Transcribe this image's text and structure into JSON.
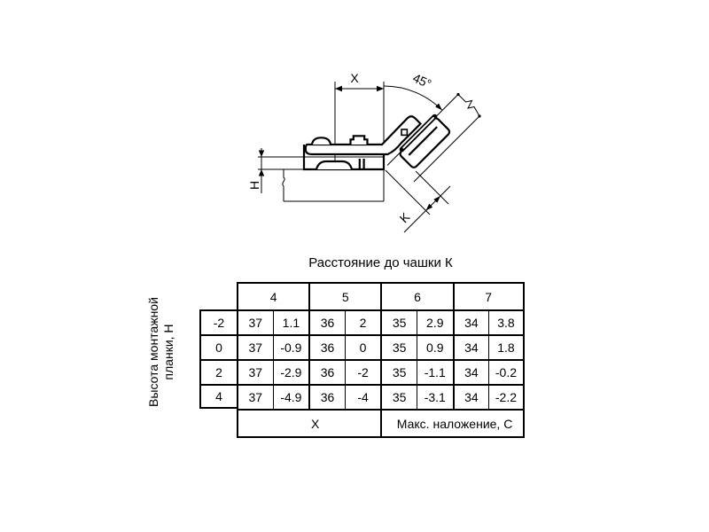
{
  "window": {
    "background": "#ffffff",
    "line_color": "#000000"
  },
  "drawing": {
    "labels": {
      "x_dim": "X",
      "angle": "45°",
      "h_dim": "Н",
      "k_dim": "K"
    }
  },
  "table": {
    "title": "Расстояние до чашки К",
    "y_axis_label": {
      "line1": "Высота монтажной",
      "line2": "планки, Н"
    },
    "col_groups": [
      "4",
      "5",
      "6",
      "7"
    ],
    "row_labels": [
      "-2",
      "0",
      "2",
      "4"
    ],
    "rows": [
      [
        "37",
        "1.1",
        "36",
        "2",
        "35",
        "2.9",
        "34",
        "3.8"
      ],
      [
        "37",
        "-0.9",
        "36",
        "0",
        "35",
        "0.9",
        "34",
        "1.8"
      ],
      [
        "37",
        "-2.9",
        "36",
        "-2",
        "35",
        "-1.1",
        "34",
        "-0.2"
      ],
      [
        "37",
        "-4.9",
        "36",
        "-4",
        "35",
        "-3.1",
        "34",
        "-2.2"
      ]
    ],
    "footer": {
      "x_label": "X",
      "overlap_label": "Макс. наложение, С"
    }
  }
}
